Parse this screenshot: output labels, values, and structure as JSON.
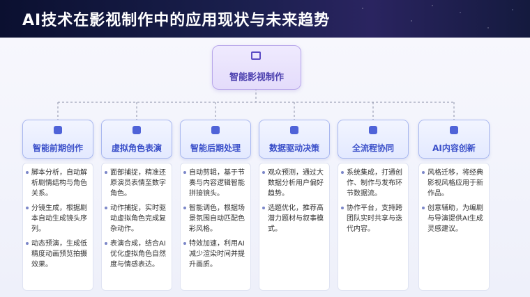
{
  "title": "AI技术在影视制作中的应用现状与未来趋势",
  "root": {
    "label": "智能影视制作",
    "icon": "film-icon"
  },
  "categories": [
    {
      "label": "智能前期创作",
      "icon": "brain-icon",
      "items": [
        "脚本分析，自动解析剧情结构与角色关系。",
        "分镜生成，根据剧本自动生成镜头序列。",
        "动态预演，生成低精度动画预览拍摄效果。"
      ]
    },
    {
      "label": "虚拟角色表演",
      "icon": "user-icon",
      "items": [
        "面部捕捉，精准还原演员表情至数字角色。",
        "动作捕捉，实时驱动虚拟角色完成复杂动作。",
        "表演合成，结合AI优化虚拟角色自然度与情感表达。"
      ]
    },
    {
      "label": "智能后期处理",
      "icon": "phone-icon",
      "items": [
        "自动剪辑，基于节奏与内容逻辑智能拼接镜头。",
        "智能调色，根据场景氛围自动匹配色彩风格。",
        "特效加速，利用AI减少渲染时间并提升画质。"
      ]
    },
    {
      "label": "数据驱动决策",
      "icon": "chart-icon",
      "items": [
        "观众预测，通过大数据分析用户偏好趋势。",
        "选题优化，推荐高潜力题材与叙事模式。"
      ]
    },
    {
      "label": "全流程协同",
      "icon": "gear-icon",
      "items": [
        "系统集成，打通创作、制作与发布环节数据流。",
        "协作平台，支持跨团队实时共享与迭代内容。"
      ]
    },
    {
      "label": "AI内容创新",
      "icon": "list-icon",
      "items": [
        "风格迁移，将经典影视风格应用于新作品。",
        "创意辅助，为编剧与导演提供AI生成灵感建议。"
      ]
    }
  ]
}
